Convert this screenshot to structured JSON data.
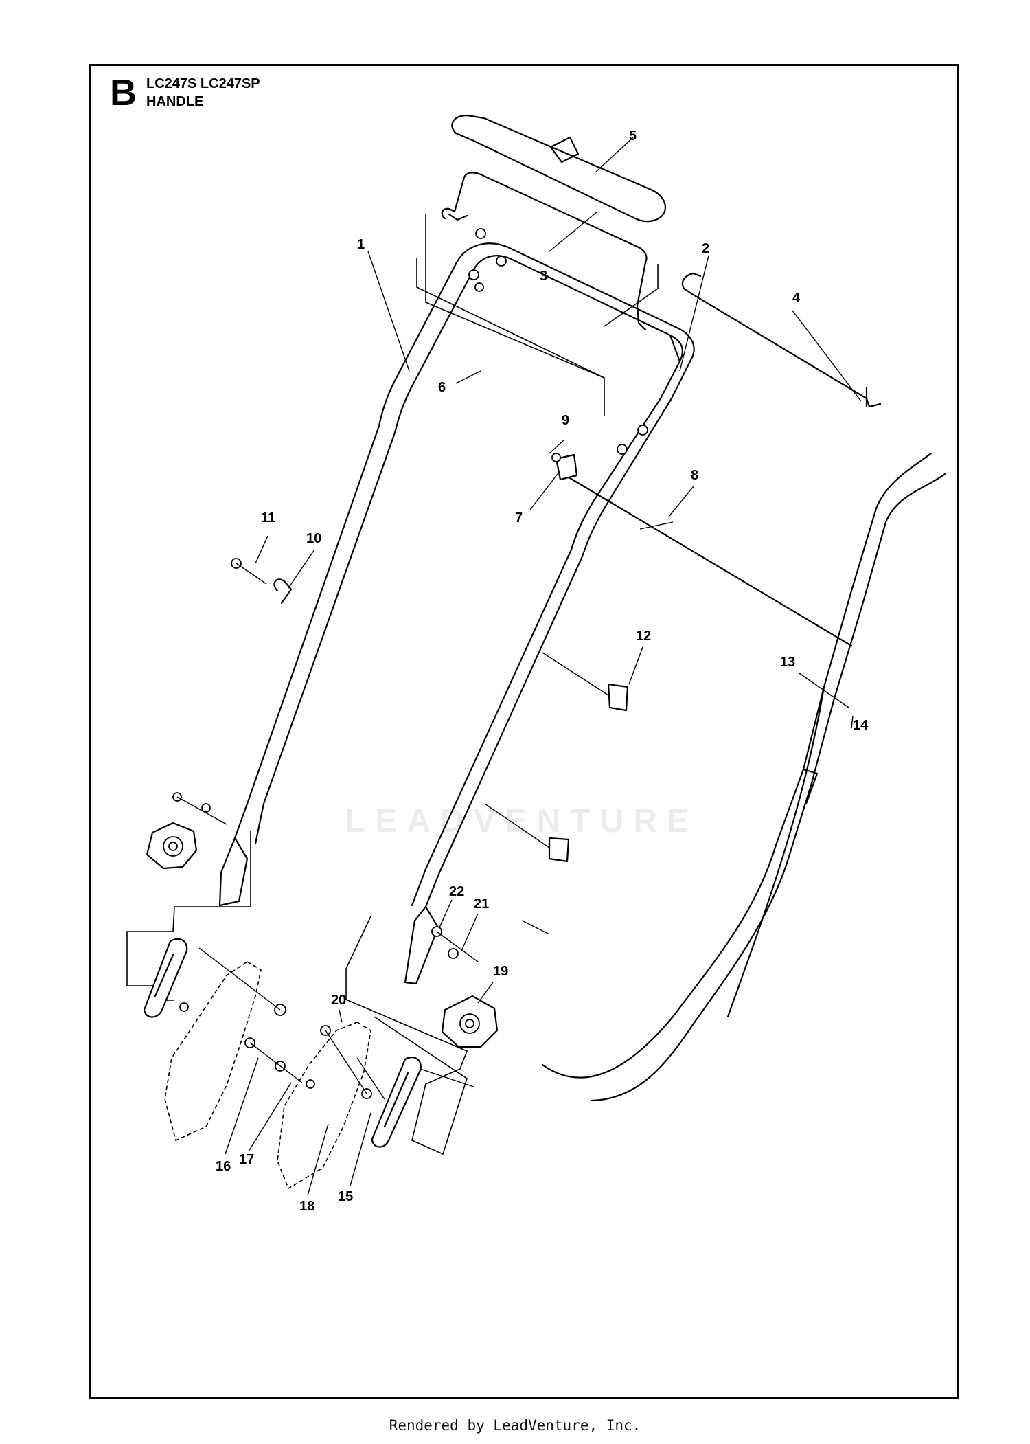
{
  "header": {
    "section_letter": "B",
    "model": "LC247S LC247SP",
    "title": "HANDLE"
  },
  "watermark": "LEADVENTURE",
  "footer": "Rendered by LeadVenture, Inc.",
  "callouts": [
    "1",
    "2",
    "3",
    "4",
    "5",
    "6",
    "7",
    "8",
    "9",
    "10",
    "11",
    "12",
    "13",
    "14",
    "15",
    "16",
    "17",
    "18",
    "19",
    "20",
    "21",
    "22"
  ]
}
